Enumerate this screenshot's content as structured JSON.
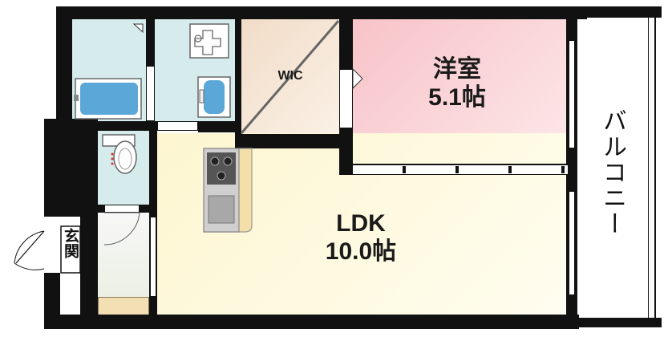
{
  "rooms": {
    "western": {
      "name": "洋室",
      "area": "5.1帖",
      "color": "#f9c8cc"
    },
    "ldk": {
      "name": "LDK",
      "area": "10.0帖",
      "color": "#fdf8d8"
    },
    "wic": {
      "name": "WIC",
      "color": "#f5e6d8"
    },
    "bath": {
      "color": "#d6ecec"
    },
    "entrance": {
      "name": "玄関"
    },
    "balcony": {
      "name": "バルコニー"
    }
  },
  "colors": {
    "wall": "#111111",
    "kitchen_counter": "#f5dfa8",
    "wet_area": "#d6ecec",
    "water_blue": "#5aa7d8"
  }
}
